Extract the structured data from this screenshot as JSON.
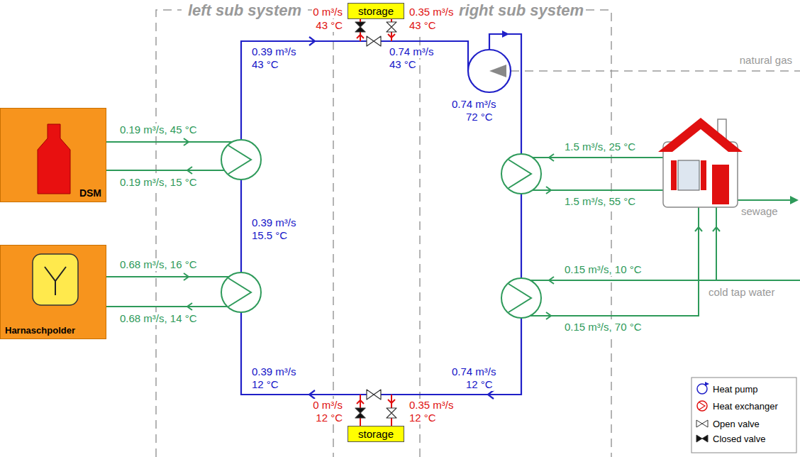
{
  "diagram": {
    "nodes": [
      {
        "text": [
          "storage"
        ]
      },
      {
        "text": [
          "DSM"
        ]
      },
      {
        "text": [
          "Harnaschpolder"
        ]
      },
      {
        "text": [
          "storage"
        ]
      }
    ],
    "labels": [
      "left sub system",
      "0 m³/s",
      "right sub system",
      "0.35 m³/s",
      "43 °C",
      "43 °C",
      "0.39 m³/s",
      "43 °C",
      "0.74 m³/s",
      "43 °C",
      "natural gas",
      "0.74 m³/s",
      "72 °C",
      "0.19 m³/s, 45 °C",
      "1.5 m³/s, 25 °C",
      "0.19 m³/s, 15 °C",
      "1.5 m³/s, 55 °C",
      "sewage",
      "0.39 m³/s",
      "15.5 °C",
      "0.68 m³/s, 16 °C",
      "0.15 m³/s, 10 °C",
      "cold tap water",
      "0.68 m³/s, 14 °C",
      "0.15 m³/s, 70 °C",
      "0.39 m³/s",
      "0.74 m³/s",
      "12 °C",
      "12 °C",
      "0 m³/s",
      "0.35 m³/s",
      "12 °C",
      "12 °C"
    ],
    "legend": [
      {
        "text": "Heat pump"
      },
      {
        "text": "Heat exchanger"
      },
      {
        "text": "Open valve"
      },
      {
        "text": "Closed valve"
      }
    ]
  }
}
